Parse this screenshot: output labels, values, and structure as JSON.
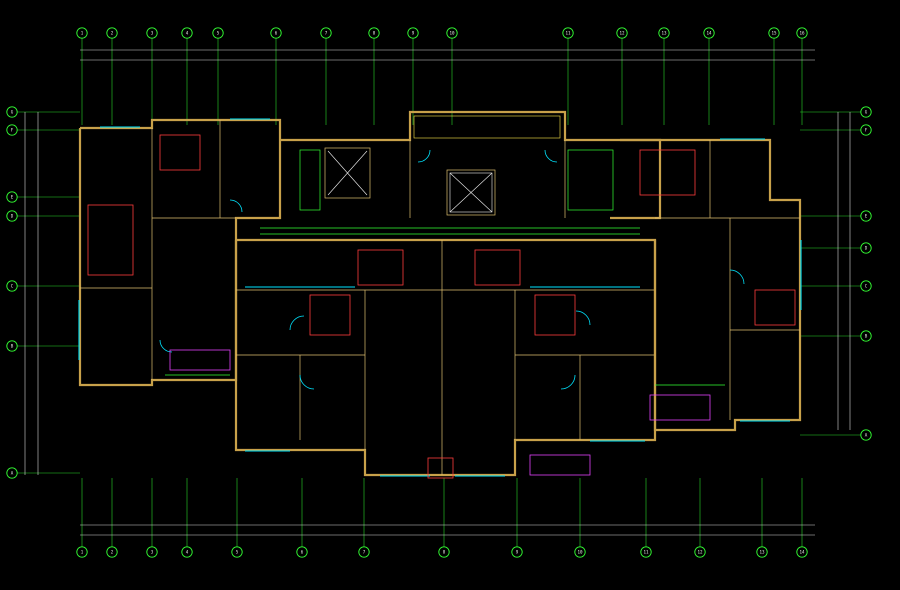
{
  "colors": {
    "background": "#000000",
    "axis": "#33ff33",
    "wall": "#c8a14a",
    "window": "#00e5ff",
    "fixture": "#ff3b3b",
    "annotation": "#e040fb",
    "dimension": "#d8d8d8"
  },
  "axes": {
    "top": [
      "1",
      "2",
      "3",
      "4",
      "5",
      "6",
      "7",
      "8",
      "9",
      "10",
      "11",
      "12",
      "13",
      "14",
      "15",
      "16"
    ],
    "bottom": [
      "1",
      "2",
      "3",
      "4",
      "5",
      "6",
      "7",
      "8",
      "9",
      "10",
      "11",
      "12",
      "13",
      "14"
    ],
    "left": [
      "G",
      "F",
      "E",
      "D",
      "C",
      "B",
      "A"
    ],
    "right": [
      "G",
      "F",
      "E",
      "D",
      "C",
      "B",
      "A"
    ]
  },
  "overall_dimension": "",
  "caption": "",
  "scale": ""
}
